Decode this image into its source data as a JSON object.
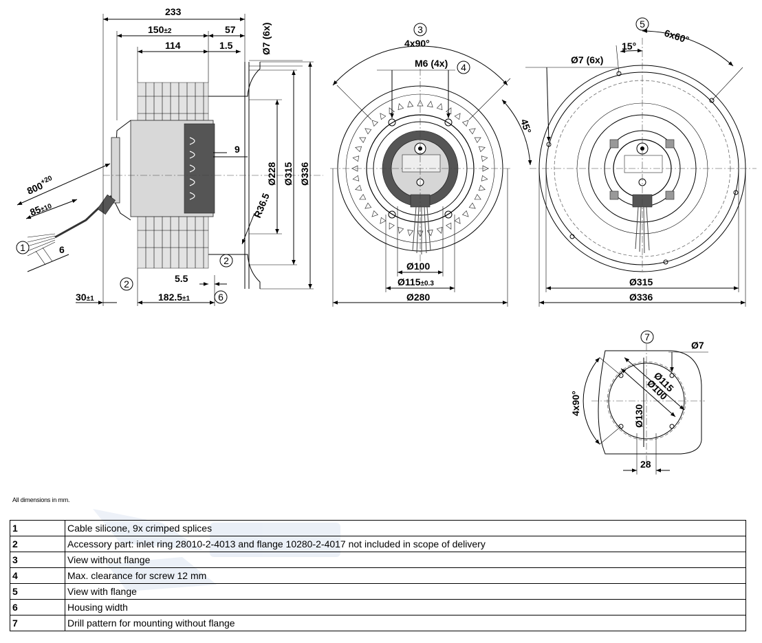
{
  "overall": {
    "dim_233": "233",
    "dim_150": "150",
    "tol_150": "±2",
    "dim_57": "57",
    "dim_114": "114",
    "dim_1_5": "1.5",
    "dim_7_6x": "Ø7 (6x)",
    "dim_9": "9",
    "dim_r36_5": "R36.5",
    "dim_228": "Ø228",
    "dim_315_side": "Ø315",
    "dim_336_side": "Ø336",
    "dim_800": "800",
    "tol_800": "+20",
    "dim_85": "85",
    "tol_85": "±10",
    "dim_6": "6",
    "dim_5_5": "5.5",
    "dim_182_5": "182.5",
    "tol_182_5": "±1",
    "dim_30": "30",
    "tol_30": "±1"
  },
  "front_view": {
    "angle_4x90": "4x90°",
    "m6_4x": "M6 (4x)",
    "angle_45": "45°",
    "dim_100": "Ø100",
    "dim_115": "Ø115",
    "tol_115": "±0.3",
    "dim_280": "Ø280"
  },
  "flange_view": {
    "angle_6x60": "6x60°",
    "angle_15": "15°",
    "dim_7_6x": "Ø7 (6x)",
    "dim_315": "Ø315",
    "dim_336": "Ø336"
  },
  "drill_pattern": {
    "dim_7": "Ø7",
    "dim_115": "Ø115",
    "dim_100": "Ø100",
    "dim_130": "Ø130",
    "angle_4x90": "4x90°",
    "dim_28": "28"
  },
  "callouts": [
    "1",
    "2",
    "3",
    "4",
    "5",
    "6",
    "7"
  ],
  "note": "All dimensions in mm.",
  "legend": [
    {
      "num": "1",
      "text": "Cable silicone, 9x crimped splices"
    },
    {
      "num": "2",
      "text": "Accessory part: inlet ring 28010-2-4013 and flange 10280-2-4017 not included in scope of delivery"
    },
    {
      "num": "3",
      "text": "View without flange"
    },
    {
      "num": "4",
      "text": "Max. clearance for screw 12 mm"
    },
    {
      "num": "5",
      "text": "View with flange"
    },
    {
      "num": "6",
      "text": "Housing width"
    },
    {
      "num": "7",
      "text": "Drill pattern for mounting without flange"
    }
  ]
}
